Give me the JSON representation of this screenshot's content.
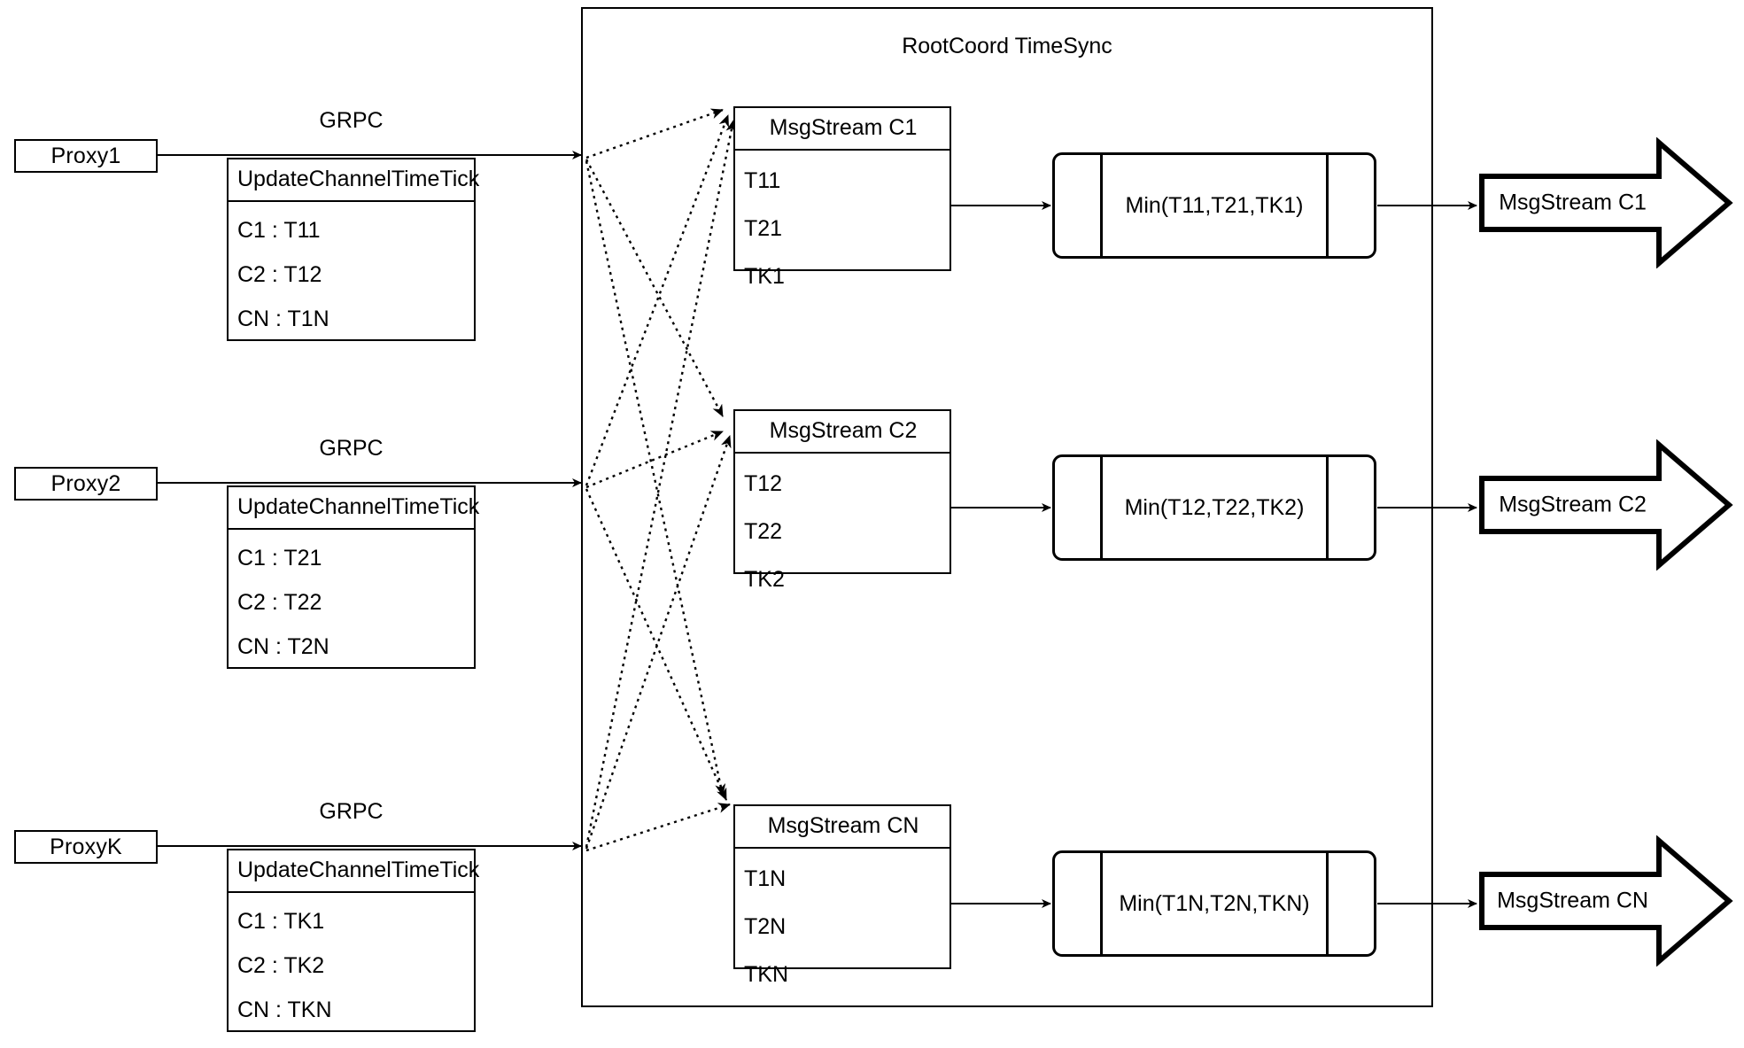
{
  "diagram": {
    "container": {
      "title": "RootCoord TimeSync"
    },
    "grpc_label": "GRPC",
    "proxies": [
      {
        "name": "Proxy1"
      },
      {
        "name": "Proxy2"
      },
      {
        "name": "ProxyK"
      }
    ],
    "tick_tables": [
      {
        "header": "UpdateChannelTimeTick",
        "rows": [
          "C1 :  T11",
          "C2 :  T12",
          "CN : T1N"
        ]
      },
      {
        "header": "UpdateChannelTimeTick",
        "rows": [
          "C1 :  T21",
          "C2 :  T22",
          "CN : T2N"
        ]
      },
      {
        "header": "UpdateChannelTimeTick",
        "rows": [
          "C1 :  TK1",
          "C2 :  TK2",
          "CN : TKN"
        ]
      }
    ],
    "msgstreams": [
      {
        "header": "MsgStream C1",
        "rows": [
          "T11",
          "T21",
          "TK1"
        ]
      },
      {
        "header": "MsgStream C2",
        "rows": [
          "T12",
          "T22",
          "TK2"
        ]
      },
      {
        "header": "MsgStream CN",
        "rows": [
          "T1N",
          "T2N",
          "TKN"
        ]
      }
    ],
    "min_boxes": [
      {
        "label": "Min(T11,T21,TK1)"
      },
      {
        "label": "Min(T12,T22,TK2)"
      },
      {
        "label": "Min(T1N,T2N,TKN)"
      }
    ],
    "output_arrows": [
      {
        "label": "MsgStream C1"
      },
      {
        "label": "MsgStream C2"
      },
      {
        "label": "MsgStream CN"
      }
    ],
    "colors": {
      "stroke": "#000000",
      "background": "#ffffff"
    }
  }
}
